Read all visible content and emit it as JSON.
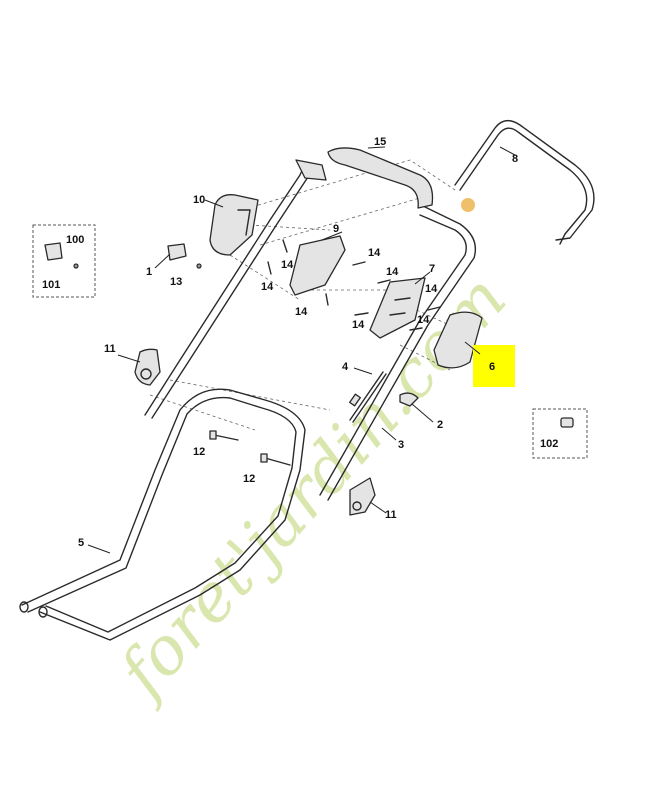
{
  "watermark": {
    "text": "foret'jardin.com"
  },
  "labels": {
    "l100": "100",
    "l101": "101",
    "l102": "102",
    "l1": "1",
    "l2": "2",
    "l3": "3",
    "l4": "4",
    "l5": "5",
    "l6": "6",
    "l7": "7",
    "l8": "8",
    "l9": "9",
    "l10": "10",
    "l11a": "11",
    "l11b": "11",
    "l12a": "12",
    "l12b": "12",
    "l13": "13",
    "l14a": "14",
    "l14b": "14",
    "l14c": "14",
    "l14d": "14",
    "l14e": "14",
    "l14f": "14",
    "l14g": "14",
    "l14h": "14",
    "l15": "15"
  },
  "colors": {
    "highlight": "#ffff00",
    "watermark_green": "#c9dc8c",
    "watermark_orange": "#e9a93a"
  }
}
